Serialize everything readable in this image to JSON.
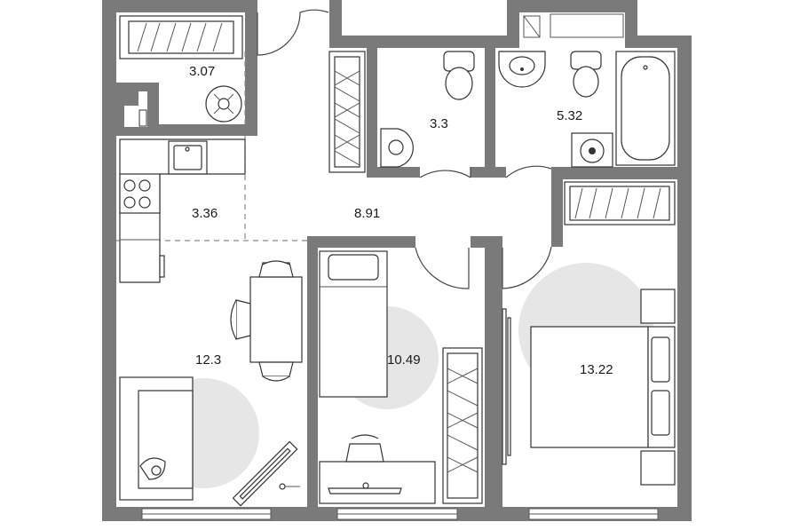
{
  "floorplan": {
    "rooms": [
      {
        "id": "storage",
        "area": "3.07"
      },
      {
        "id": "kitchen",
        "area": "3.36"
      },
      {
        "id": "hall",
        "area": "8.91"
      },
      {
        "id": "wc",
        "area": "3.3"
      },
      {
        "id": "bathroom",
        "area": "5.32"
      },
      {
        "id": "living",
        "area": "12.3"
      },
      {
        "id": "bedroom-small",
        "area": "10.49"
      },
      {
        "id": "bedroom-large",
        "area": "13.22"
      }
    ]
  },
  "colors": {
    "wall": "#7a7a7a",
    "zone": "#e6e6e6",
    "line": "#444444"
  }
}
